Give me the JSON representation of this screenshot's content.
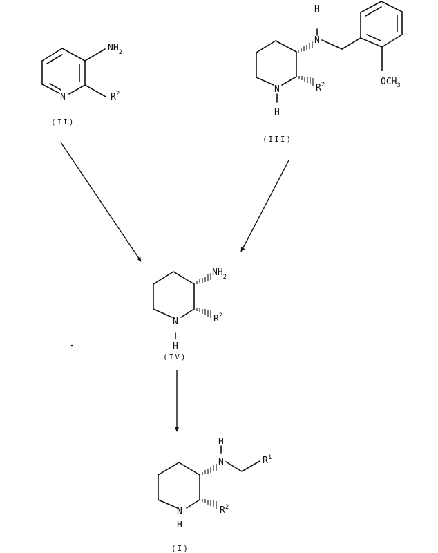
{
  "diagram": {
    "type": "reaction-scheme",
    "compounds": [
      {
        "id": "II",
        "label": "(II)",
        "description": "2-substituted 3-aminopyridine",
        "atoms": {
          "n_ring": "N",
          "amine": "NH",
          "amine_sub": "2",
          "r": "R",
          "r_sup": "2"
        }
      },
      {
        "id": "III",
        "label": "(III)",
        "description": "cis-3-(2-methoxybenzylamino)-2-substituted piperidine",
        "atoms": {
          "nh_top_h": "H",
          "nh_top_n": "N",
          "n_ring": "N",
          "n_ring_h": "H",
          "r": "R",
          "r_sup": "2",
          "ome": "OCH",
          "ome_sub": "3"
        }
      },
      {
        "id": "IV",
        "label": "(IV)",
        "description": "cis-3-amino-2-substituted piperidine",
        "atoms": {
          "amine": "NH",
          "amine_sub": "2",
          "n_ring": "N",
          "n_ring_h": "H",
          "r": "R",
          "r_sup": "2"
        }
      },
      {
        "id": "I",
        "label": "(I)",
        "description": "cis-3-(R1-methylamino)-2-substituted piperidine",
        "atoms": {
          "nh_top_h": "H",
          "nh_top_n": "N",
          "r1": "R",
          "r1_sup": "1",
          "n_ring": "N",
          "n_ring_h": "H",
          "r": "R",
          "r_sup": "2"
        }
      }
    ],
    "arrows": [
      {
        "from": "II",
        "to": "IV"
      },
      {
        "from": "III",
        "to": "IV"
      },
      {
        "from": "IV",
        "to": "I"
      }
    ]
  }
}
